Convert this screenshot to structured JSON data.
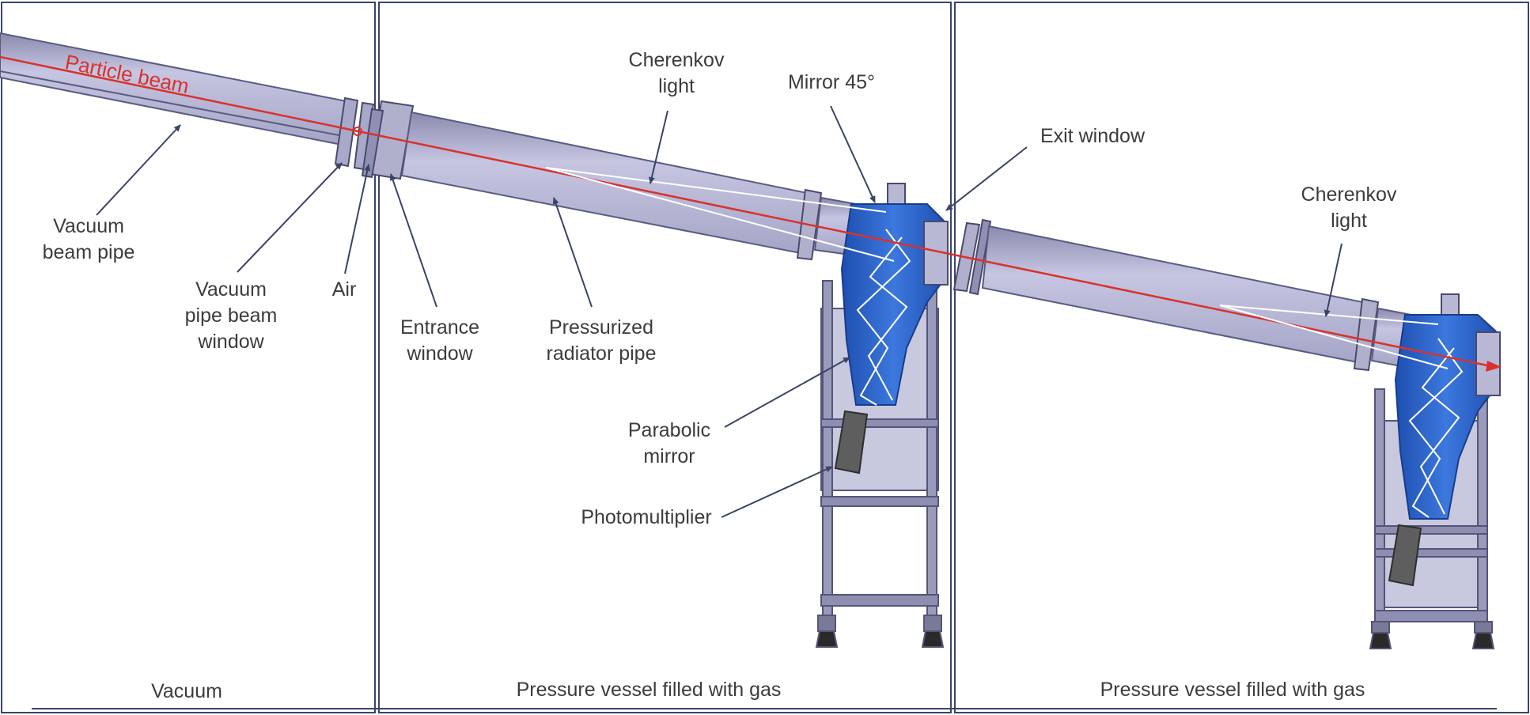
{
  "colors": {
    "pipe": "#b9b9d8",
    "pipe_dark": "#6f6f92",
    "beam": "#d9322c",
    "detector_blue": "#2e63c9",
    "frame": "#3a4566",
    "stand": "#c4c4dc"
  },
  "labels": {
    "particle_beam": "Particle beam",
    "vacuum_beam_pipe": [
      "Vacuum",
      "beam pipe"
    ],
    "vacuum_pipe_beam_window": [
      "Vacuum",
      "pipe beam",
      "window"
    ],
    "air": "Air",
    "entrance_window": [
      "Entrance",
      "window"
    ],
    "pressurized_radiator_pipe": [
      "Pressurized",
      "radiator pipe"
    ],
    "cherenkov_light_1": [
      "Cherenkov",
      "light"
    ],
    "mirror_45": "Mirror 45°",
    "exit_window": "Exit window",
    "cherenkov_light_2": [
      "Cherenkov",
      "light"
    ],
    "parabolic_mirror": [
      "Parabolic",
      "mirror"
    ],
    "photomultiplier": "Photomultiplier"
  },
  "regions": {
    "vacuum": "Vacuum",
    "pressure_vessel_1": "Pressure vessel filled with gas",
    "pressure_vessel_2": "Pressure vessel filled with gas"
  }
}
